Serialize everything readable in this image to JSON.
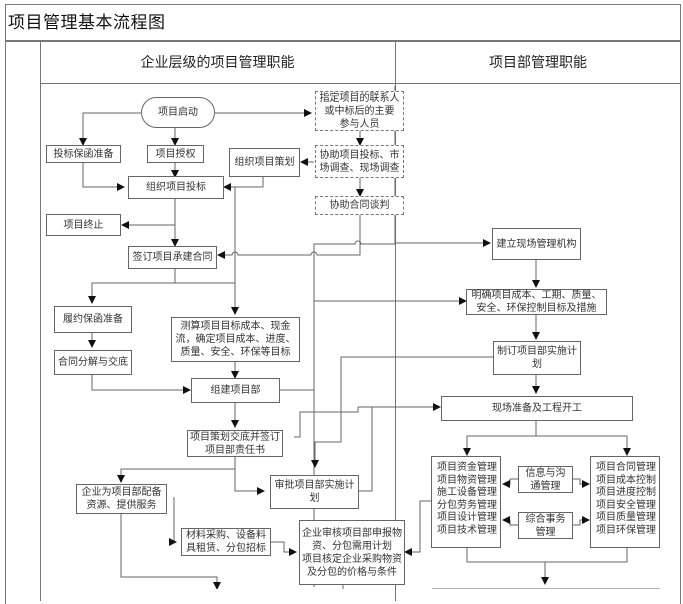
{
  "title": "项目管理基本流程图",
  "columns": {
    "enterprise": "企业层级的项目管理职能",
    "project_dept": "项目部管理职能"
  },
  "nodes": {
    "start": "项目启动",
    "assign_contact": "指定项目的联系人\n或中标后的主要\n参与人员",
    "bid_bond": "投标保函准备",
    "authorize": "项目授权",
    "org_plan": "组织项目策划",
    "assist_bid": "协助项目投标、市\n场调查、现场调查",
    "org_bid": "组织项目投标",
    "assist_negotiate": "协助合同谈判",
    "terminate": "项目终止",
    "sign_contract": "签订项目承建合同",
    "site_org": "建立现场管理机构",
    "perf_bond": "履约保函准备",
    "estimate": "测算项目目标成本、现金\n流，确定项目成本、进度、\n质量、安全、环保等目标",
    "define_targets": "明确项目成本、工期、质量、\n安全、环保控制目标及措施",
    "decompose": "合同分解与交底",
    "build_dept": "组建项目部",
    "make_plan": "制订项目部实施计划",
    "brief_sign": "项目策划交底并签订\n项目部责任书",
    "site_prep": "现场准备及工程开工",
    "approve_plan": "审批项目部实施计划",
    "provide_resources": "企业为项目部配备\n资源、提供服务",
    "procurement": "材料采购、设备料\n具租赁、分包招标",
    "review": "企业审核项目部申报物\n资、分包需用计划\n项目核定企业采购物资\n及分包的价格与条件",
    "mgmt_left": "项目资金管理\n项目物资管理\n施工设备管理\n分包劳务管理\n项目设计管理\n项目技术管理",
    "info_comm": "信息与沟\n通管理",
    "general_affairs": "综合事务\n管理",
    "mgmt_right": "项目合同管理\n项目成本控制\n项目进度控制\n项目安全管理\n项目质量管理\n项目环保管理"
  }
}
